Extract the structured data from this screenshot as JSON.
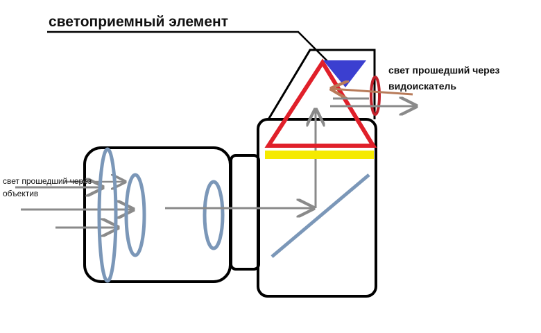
{
  "labels": {
    "sensor": "светоприемный элемент",
    "viewfinder_line1": "свет прошедший через",
    "viewfinder_line2": "видоискатель",
    "lens_line1": "свет прошедший через",
    "lens_line2": "объектив"
  },
  "colors": {
    "outline": "#000000",
    "lens_element": "#7b97b8",
    "light_ray": "#8a8a8a",
    "prism": "#e0202a",
    "sensor_element": "#3b3fd0",
    "focusing_screen": "#f5ea00",
    "eyepiece": "#c0202a",
    "returned_ray": "#b87b5a"
  }
}
